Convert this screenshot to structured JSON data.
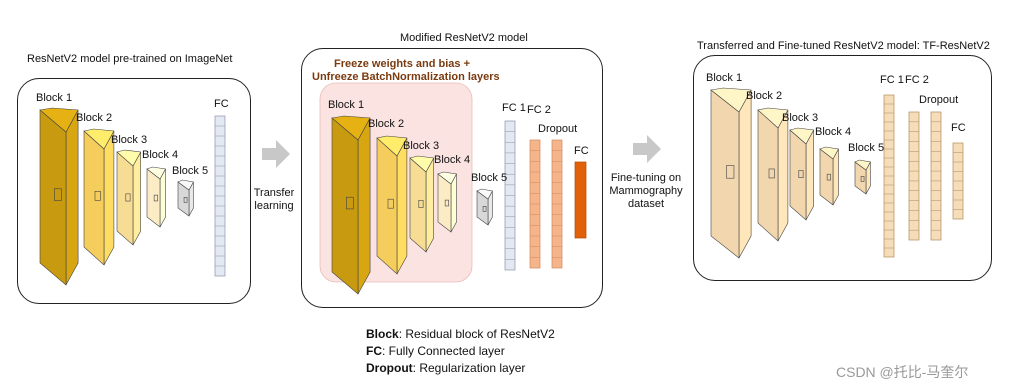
{
  "panels": {
    "pretrained": {
      "title": "ResNetV2 model pre-trained on ImageNet",
      "blocks": [
        "Block 1",
        "Block 2",
        "Block 3",
        "Block 4",
        "Block 5"
      ],
      "fc": "FC",
      "colors": [
        "#c89a10",
        "#f5cd5c",
        "#f7dc94",
        "#fbecc6",
        "#d8d8d8"
      ]
    },
    "modified": {
      "title": "Modified ResNetV2 model",
      "freeze_line1": "Freeze weights and bias +",
      "freeze_line2": "Unfreeze BatchNormalization layers",
      "blocks": [
        "Block 1",
        "Block 2",
        "Block 3",
        "Block 4"
      ],
      "block5": "Block 5",
      "fc1": "FC 1",
      "fc2": "FC 2",
      "dropout": "Dropout",
      "fc": "FC",
      "highlight_color": "#fbe3e1"
    },
    "transferred": {
      "title": "Transferred and Fine-tuned ResNetV2 model: TF-ResNetV2",
      "blocks": [
        "Block 1",
        "Block 2",
        "Block 3",
        "Block 4",
        "Block 5"
      ],
      "fc1": "FC 1",
      "fc2": "FC 2",
      "dropout": "Dropout",
      "fc": "FC",
      "color": "#f2d6ad"
    }
  },
  "transitions": {
    "transfer_line1": "Transfer",
    "transfer_line2": "learning",
    "finetune_line1": "Fine-tuning on",
    "finetune_line2": "Mammography",
    "finetune_line3": "dataset"
  },
  "legend": [
    {
      "term": "Block",
      "desc": ": Residual block of ResNetV2"
    },
    {
      "term": "FC",
      "desc": ": Fully Connected layer"
    },
    {
      "term": "Dropout",
      "desc": ": Regularization layer"
    }
  ],
  "watermark": "CSDN @托比-马奎尔"
}
